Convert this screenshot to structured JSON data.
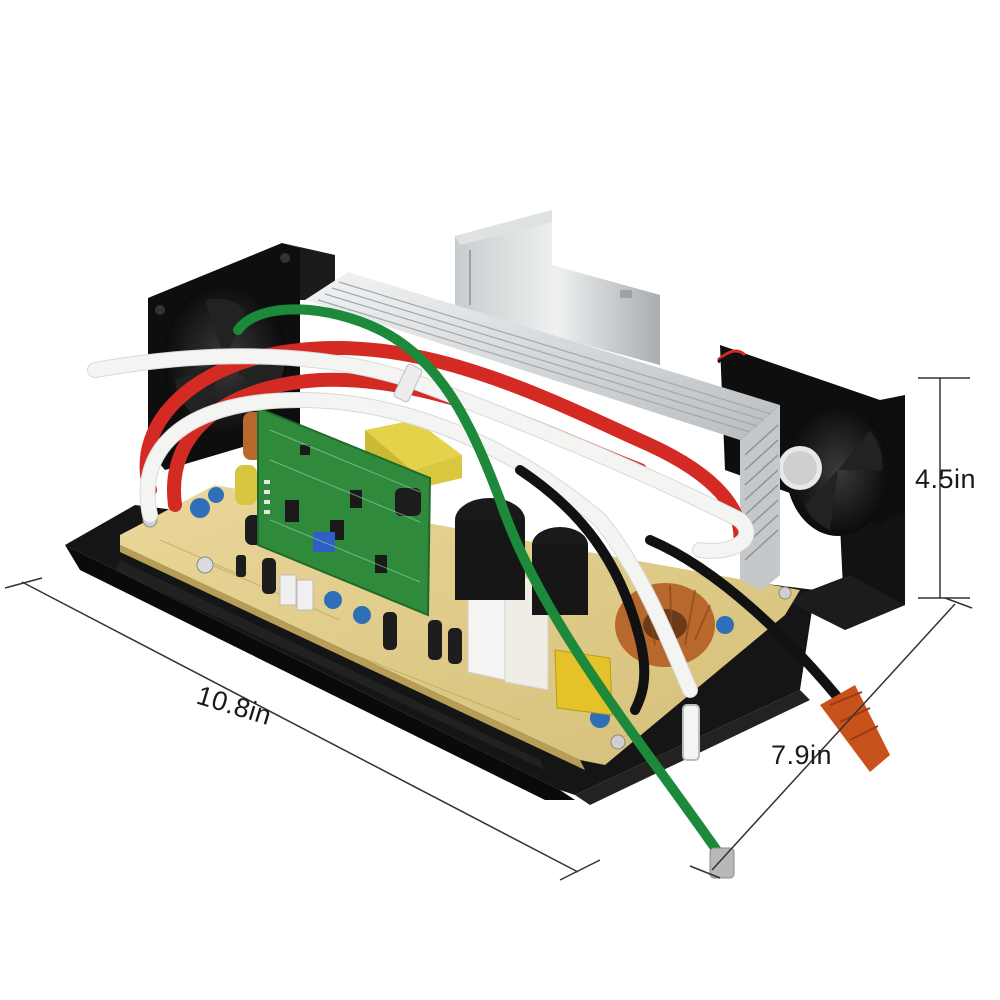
{
  "dimensions": {
    "length": "10.8in",
    "height": "4.5in",
    "depth": "7.9in"
  },
  "colors": {
    "background": "#ffffff",
    "chassis": "#141414",
    "heatsink": "#d9dcde",
    "pcb_main": "#e2cf8e",
    "pcb_control": "#2f8a3c",
    "wire_red": "#d32a24",
    "wire_white": "#f4f4f2",
    "wire_green": "#1c8a3a",
    "wire_black": "#111111",
    "wire_nut": "#c8521c",
    "capacitor_blue": "#2f6fb8",
    "capacitor_yellow": "#e0c020",
    "coil_copper": "#b8682c",
    "dimension_line": "#333333"
  },
  "components": {
    "fans": [
      "fan-left",
      "fan-right"
    ],
    "heatsink": "aluminum-heatsink",
    "boards": [
      "main-board",
      "control-board"
    ],
    "wires": [
      "red",
      "white",
      "green",
      "black"
    ]
  }
}
